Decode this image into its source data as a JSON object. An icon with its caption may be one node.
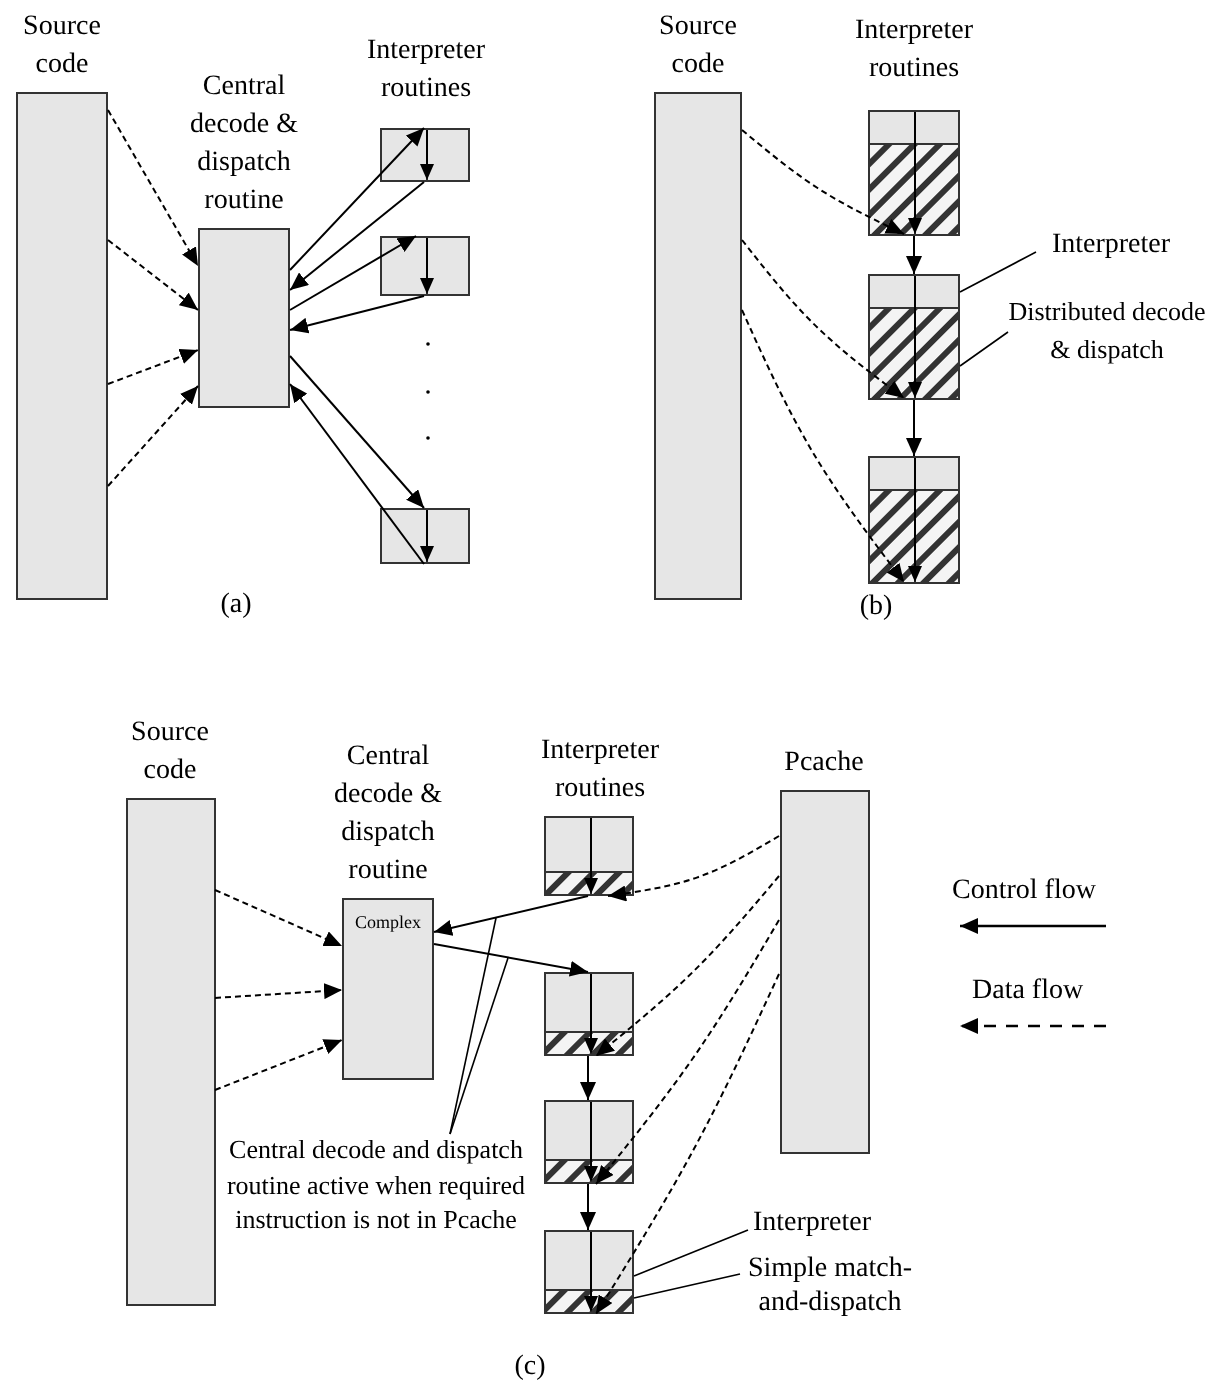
{
  "diagram": {
    "nodes": [
      {
        "text": [
          "Source code"
        ]
      },
      {
        "text": [
          "Central decode & dispatch routine"
        ]
      },
      {
        "text": [],
        "shape": "box"
      },
      {
        "text": [],
        "shape": "box"
      },
      {
        "text": [],
        "shape": "box"
      },
      {
        "text": [
          "Source code"
        ]
      },
      {
        "text": [],
        "shape": "box"
      },
      {
        "text": [],
        "shape": "box"
      },
      {
        "text": [],
        "shape": "box"
      },
      {
        "text": [
          "Interpreter"
        ]
      },
      {
        "text": [
          "Distributed decode & dispatch"
        ]
      },
      {
        "text": [
          "Source code"
        ]
      },
      {
        "text": [
          "Central decode & dispatch routine",
          "Complex"
        ]
      },
      {
        "text": [],
        "shape": "box"
      },
      {
        "text": [],
        "shape": "box"
      },
      {
        "text": [],
        "shape": "box"
      },
      {
        "text": [],
        "shape": "box"
      },
      {
        "text": [
          "Pcache"
        ]
      },
      {
        "text": [
          "Central decode and dispatch routine active when required instruction is not in Pcache"
        ]
      },
      {
        "text": [
          "Interpreter"
        ]
      },
      {
        "text": [
          "Simple match-and-dispatch"
        ]
      }
    ],
    "edges": [
      {
        "from": 0,
        "to": 1,
        "arrow": "to",
        "style": "dashed"
      },
      {
        "from": 0,
        "to": 1,
        "arrow": "to",
        "style": "dashed"
      },
      {
        "from": 0,
        "to": 1,
        "arrow": "to",
        "style": "dashed"
      },
      {
        "from": 0,
        "to": 1,
        "arrow": "to",
        "style": "dashed"
      },
      {
        "from": 1,
        "to": 2,
        "arrow": "to"
      },
      {
        "from": 2,
        "to": 1,
        "arrow": "to"
      },
      {
        "from": 1,
        "to": 3,
        "arrow": "to"
      },
      {
        "from": 3,
        "to": 1,
        "arrow": "to"
      },
      {
        "from": 1,
        "to": 4,
        "arrow": "to"
      },
      {
        "from": 4,
        "to": 1,
        "arrow": "to"
      },
      {
        "from": 5,
        "to": 6,
        "arrow": "to",
        "style": "dashed"
      },
      {
        "from": 5,
        "to": 7,
        "arrow": "to",
        "style": "dashed"
      },
      {
        "from": 5,
        "to": 8,
        "arrow": "to",
        "style": "dashed"
      },
      {
        "from": 6,
        "to": 7,
        "arrow": "to"
      },
      {
        "from": 7,
        "to": 8,
        "arrow": "to"
      },
      {
        "from": 9,
        "to": 7,
        "arrow": "none"
      },
      {
        "from": 10,
        "to": 7,
        "arrow": "none"
      },
      {
        "from": 11,
        "to": 12,
        "arrow": "to",
        "style": "dashed"
      },
      {
        "from": 11,
        "to": 12,
        "arrow": "to",
        "style": "dashed"
      },
      {
        "from": 11,
        "to": 12,
        "arrow": "to",
        "style": "dashed"
      },
      {
        "from": 17,
        "to": 13,
        "arrow": "to",
        "style": "dashed"
      },
      {
        "from": 17,
        "to": 14,
        "arrow": "to",
        "style": "dashed"
      },
      {
        "from": 17,
        "to": 15,
        "arrow": "to",
        "style": "dashed"
      },
      {
        "from": 17,
        "to": 16,
        "arrow": "to",
        "style": "dashed"
      },
      {
        "from": 13,
        "to": 12,
        "arrow": "to"
      },
      {
        "from": 12,
        "to": 14,
        "arrow": "to"
      },
      {
        "from": 14,
        "to": 15,
        "arrow": "to"
      },
      {
        "from": 15,
        "to": 16,
        "arrow": "to"
      },
      {
        "from": 18,
        "to": null,
        "arrow": "none"
      },
      {
        "from": 18,
        "to": null,
        "arrow": "none"
      },
      {
        "from": 19,
        "to": 16,
        "arrow": "none"
      },
      {
        "from": 20,
        "to": 16,
        "arrow": "none"
      }
    ],
    "labels": [
      "Interpreter routines",
      "(a)",
      "Interpreter routines",
      "(b)",
      "Interpreter routines",
      "(c)"
    ],
    "legend": [
      {
        "text": "Control flow"
      },
      {
        "text": "Data flow"
      }
    ]
  }
}
